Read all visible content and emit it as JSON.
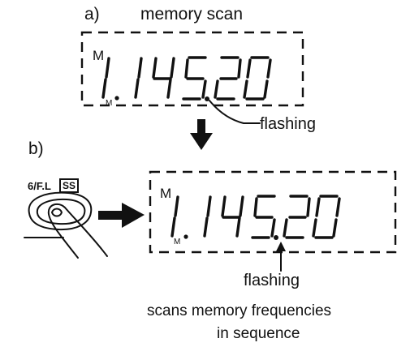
{
  "part_a": {
    "label": "a)",
    "title": "memory scan",
    "display": {
      "channel_indicator": "M",
      "digits": "1.145.20",
      "dot_indicator": "flashing"
    }
  },
  "part_b": {
    "label": "b)",
    "key_label": "6/F.L",
    "key_badge": "SS",
    "display": {
      "channel_indicator": "M",
      "digits": "1.145.20",
      "dot_indicator": "flashing"
    },
    "caption_line1": "scans memory frequencies",
    "caption_line2": "in sequence"
  },
  "icons": [
    "down-arrow-icon",
    "right-arrow-icon",
    "finger-press-icon"
  ]
}
